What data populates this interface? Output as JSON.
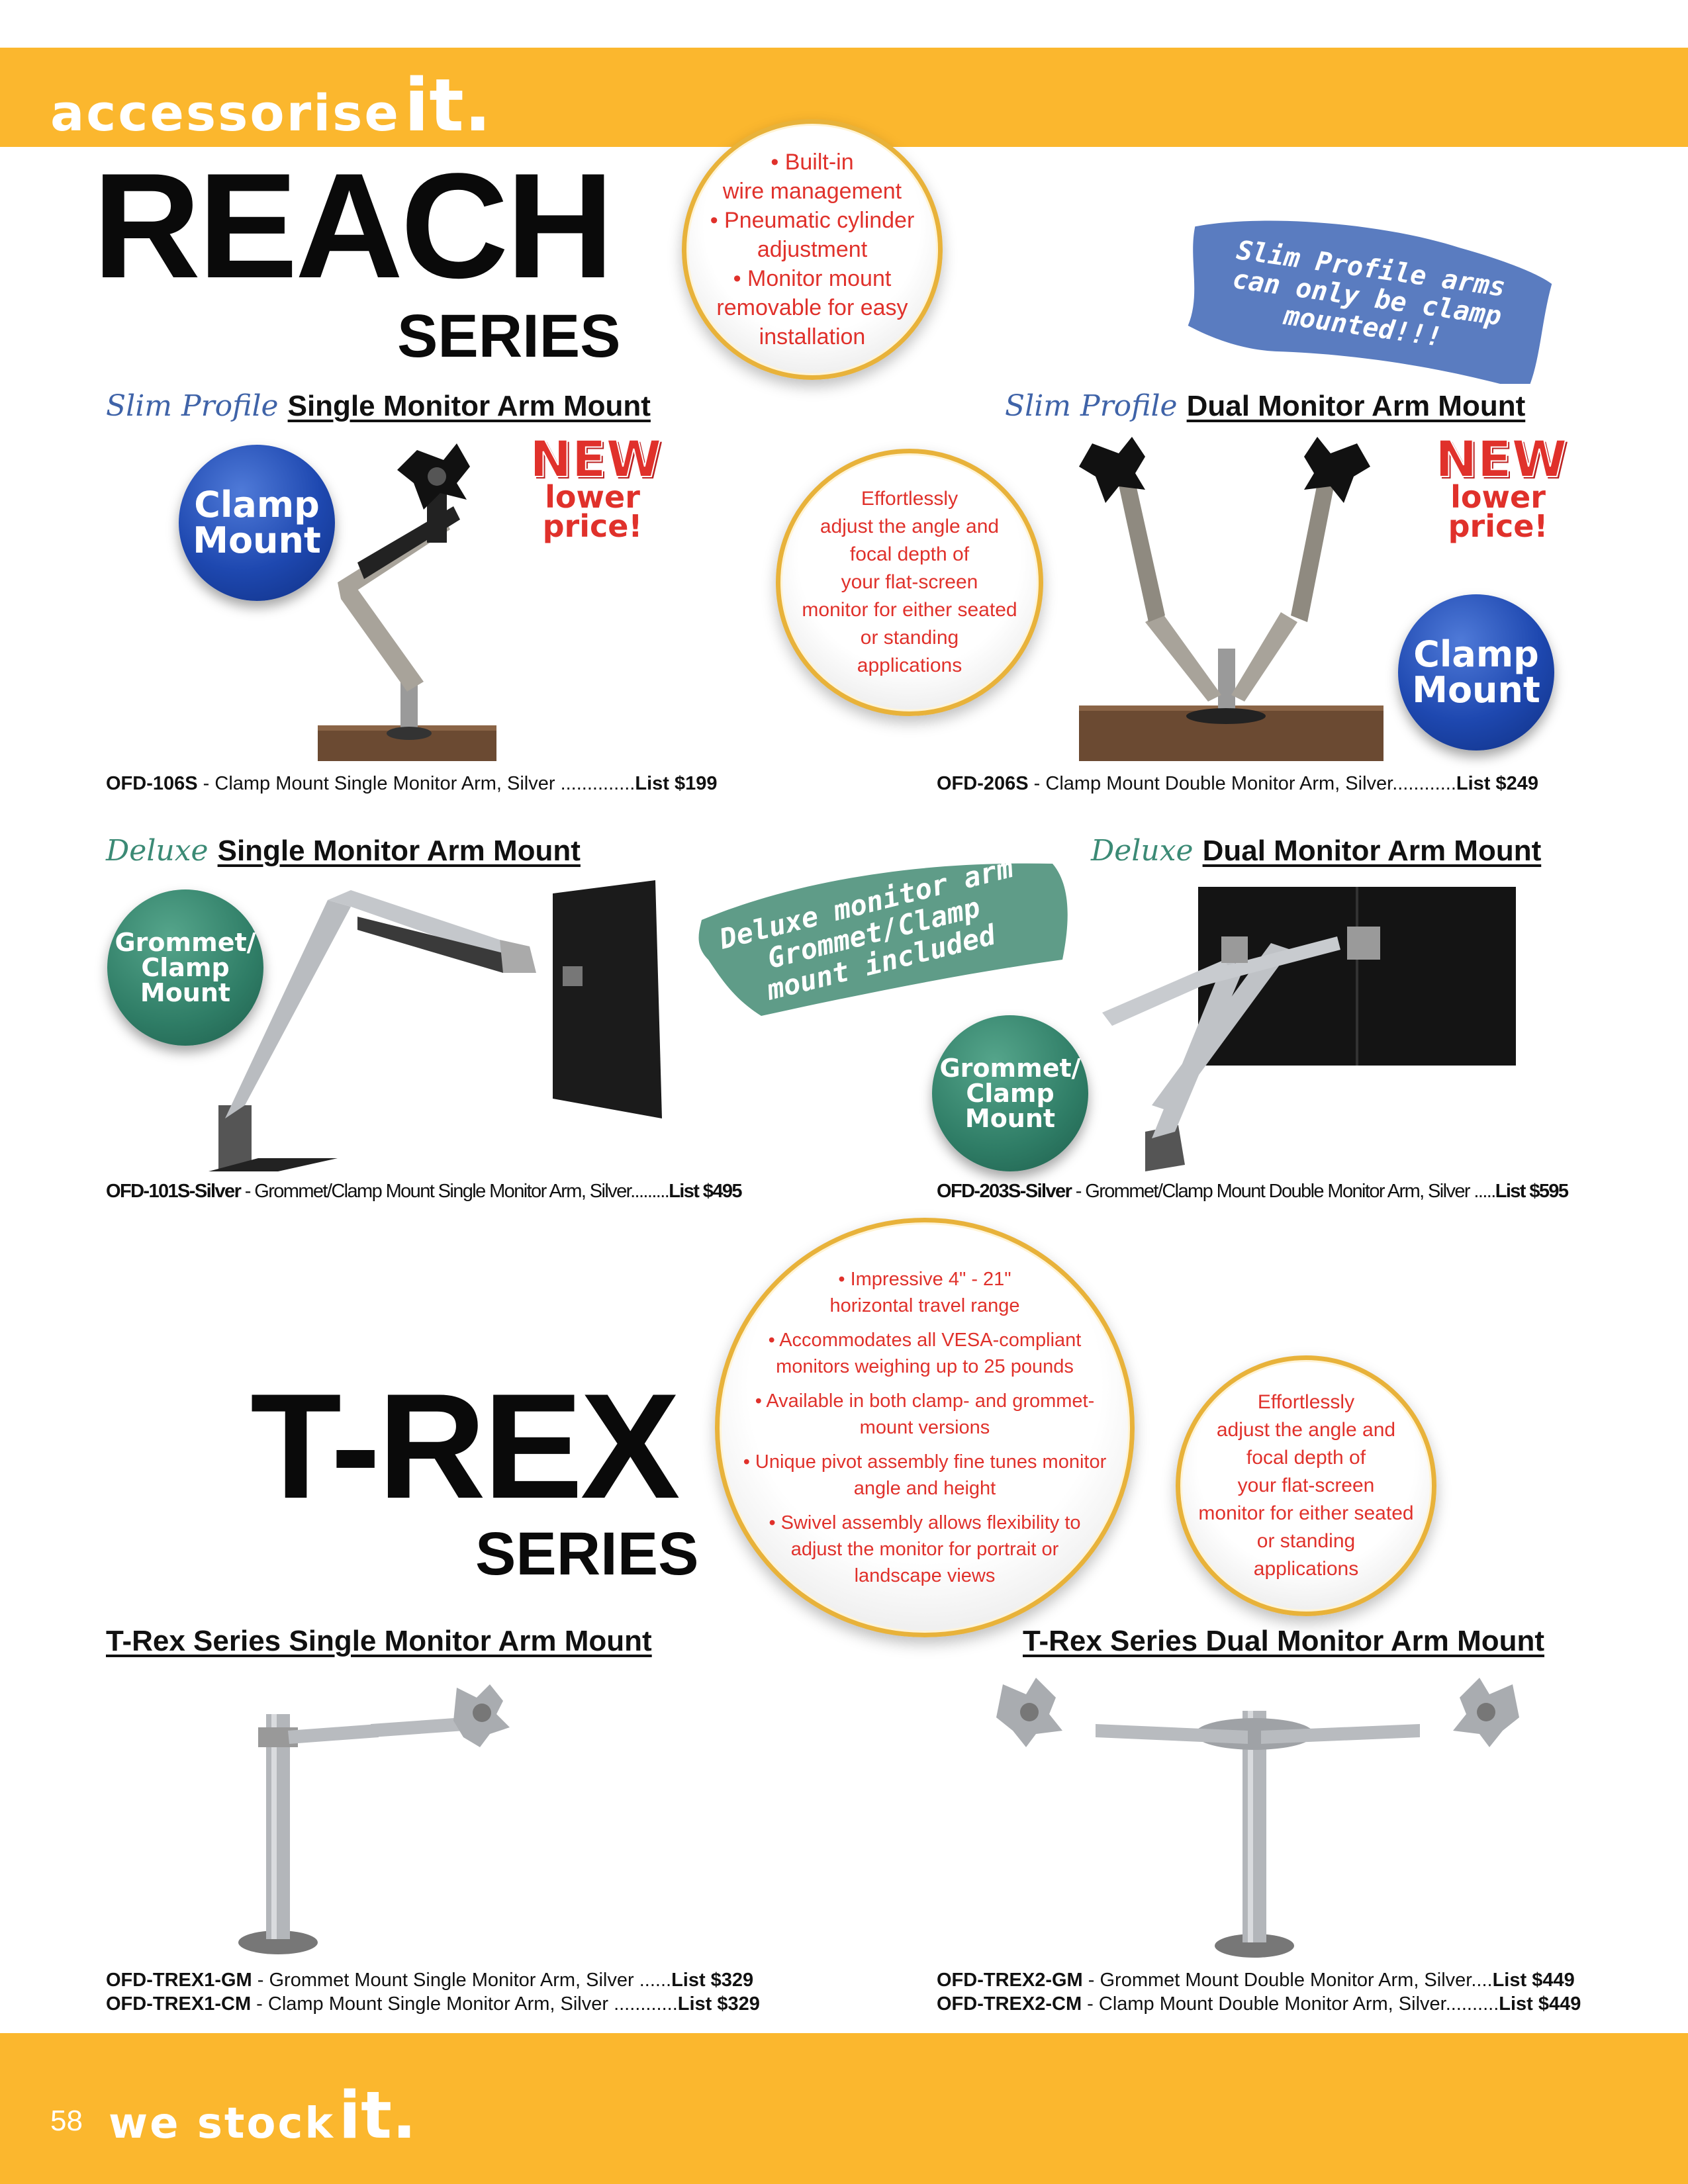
{
  "header": {
    "tagline_word": "accessorise",
    "tagline_it": "it."
  },
  "footer": {
    "page_number": "58",
    "tagline_word": "we stock",
    "tagline_it": "it."
  },
  "reach": {
    "title": "REACH",
    "subtitle": "SERIES",
    "features_bubble": [
      "• Built-in",
      "wire management",
      "• Pneumatic cylinder",
      "adjustment",
      "• Monitor mount",
      "removable for easy",
      "installation"
    ],
    "slim_banner": [
      "Slim Profile arms",
      "can only be clamp",
      "mounted!!!"
    ],
    "deluxe_banner": [
      "Deluxe monitor arm",
      "Grommet/Clamp",
      "mount included"
    ],
    "adjust_bubble": [
      "Effortlessly",
      "adjust the angle and",
      "focal depth of",
      "your flat-screen",
      "monitor for either seated",
      "or standing",
      "applications"
    ],
    "new_label": "NEW",
    "lower_price_label": [
      "lower",
      "price!"
    ],
    "products": {
      "slim_single": {
        "prefix": "Slim Profile",
        "title": "Single Monitor Arm Mount",
        "badge": [
          "Clamp",
          "Mount"
        ],
        "sku": "OFD-106S",
        "desc": " - Clamp Mount Single Monitor Arm, Silver ..............",
        "price": "List $199"
      },
      "slim_dual": {
        "prefix": "Slim Profile",
        "title": "Dual Monitor Arm Mount",
        "badge": [
          "Clamp",
          "Mount"
        ],
        "sku": "OFD-206S",
        "desc": " - Clamp Mount Double Monitor Arm, Silver............",
        "price": "List $249"
      },
      "deluxe_single": {
        "prefix": "Deluxe",
        "title": "Single Monitor Arm Mount",
        "badge": [
          "Grommet/",
          "Clamp",
          "Mount"
        ],
        "sku": "OFD-101S-Silver",
        "desc": " - Grommet/Clamp Mount Single Monitor Arm, Silver.........",
        "price": "List $495"
      },
      "deluxe_dual": {
        "prefix": "Deluxe",
        "title": "Dual Monitor Arm Mount",
        "badge": [
          "Grommet/",
          "Clamp",
          "Mount"
        ],
        "sku": "OFD-203S-Silver",
        "desc": " - Grommet/Clamp Mount Double Monitor Arm, Silver .....",
        "price": "List $595"
      }
    }
  },
  "trex": {
    "title": "T-REX",
    "subtitle": "SERIES",
    "features_bubble": [
      [
        "• Impressive 4\" - 21\"",
        "horizontal travel range"
      ],
      [
        "• Accommodates all  VESA-compliant",
        "monitors weighing up to 25 pounds"
      ],
      [
        "• Available in both clamp- and grommet-",
        "mount versions"
      ],
      [
        "• Unique pivot assembly fine tunes monitor",
        "angle and height"
      ],
      [
        "• Swivel assembly allows flexibility to",
        "adjust the monitor for portrait or",
        "landscape views"
      ]
    ],
    "adjust_bubble": [
      "Effortlessly",
      "adjust the angle and",
      "focal depth of",
      "your flat-screen",
      "monitor for either seated",
      "or standing",
      "applications"
    ],
    "products": {
      "single": {
        "title": "T-Rex Series Single Monitor Arm Mount",
        "rows": [
          {
            "sku": "OFD-TREX1-GM",
            "desc": " - Grommet Mount Single Monitor Arm, Silver ......",
            "price": "List $329"
          },
          {
            "sku": "OFD-TREX1-CM",
            "desc": " - Clamp Mount Single Monitor Arm, Silver ............",
            "price": "List $329"
          }
        ]
      },
      "dual": {
        "title": "T-Rex Series Dual Monitor Arm Mount",
        "rows": [
          {
            "sku": "OFD-TREX2-GM",
            "desc": " - Grommet Mount Double Monitor Arm, Silver....",
            "price": "List $449"
          },
          {
            "sku": "OFD-TREX2-CM",
            "desc": " - Clamp Mount Double Monitor Arm, Silver..........",
            "price": "List $449"
          }
        ]
      }
    }
  },
  "colors": {
    "band": "#fbb72e",
    "bubble_text": "#e0312b",
    "bubble_ring": "#e8b23a",
    "blue_badge": "#1e48b0",
    "teal_badge": "#2f7d66",
    "slim_banner": "#5a7cc0",
    "deluxe_banner": "#5f9c88"
  },
  "icons": [
    "monitor-arm-image",
    "dual-monitor-arm-image",
    "monitor-image"
  ]
}
